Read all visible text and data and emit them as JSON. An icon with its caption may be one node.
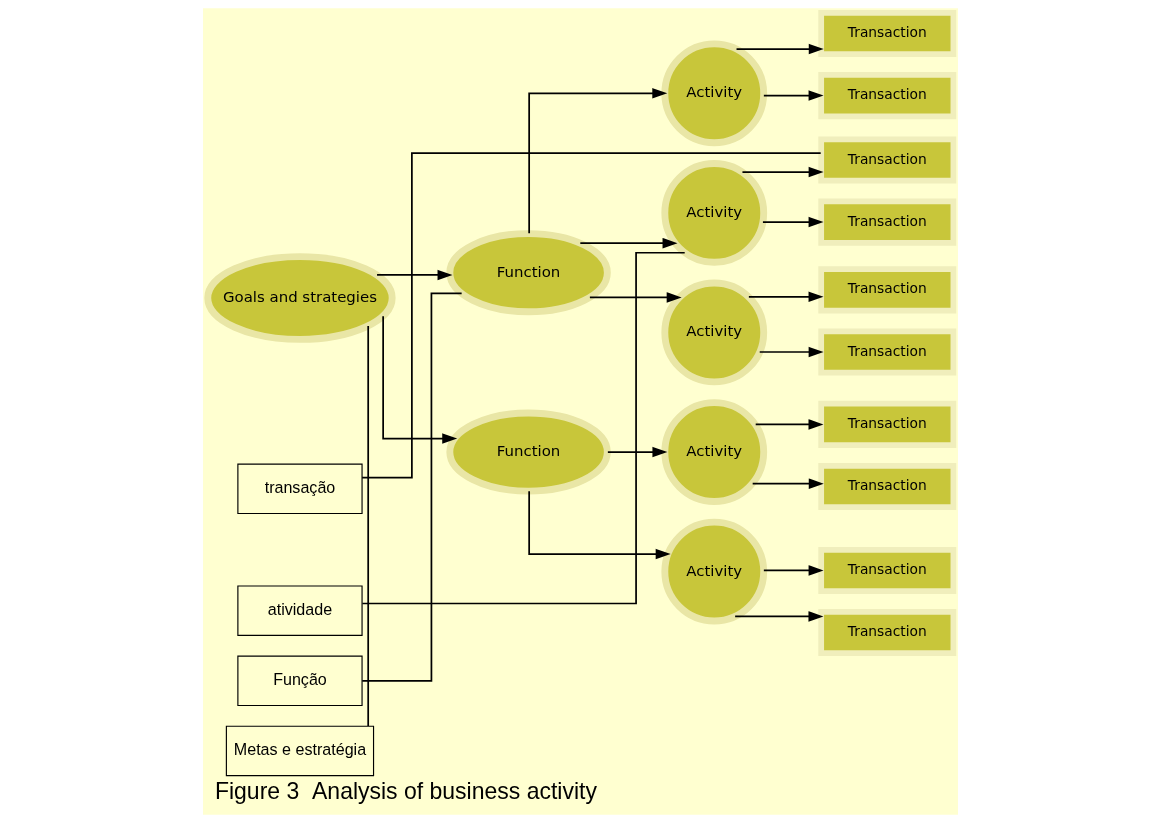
{
  "diagram": {
    "caption": "Figure 3  Analysis of business activity",
    "nodes": [
      {
        "text": [
          "Goals and strategies"
        ]
      },
      {
        "text": [
          "Function"
        ]
      },
      {
        "text": [
          "Function"
        ]
      },
      {
        "text": [
          "Activity"
        ]
      },
      {
        "text": [
          "Activity"
        ]
      },
      {
        "text": [
          "Activity"
        ]
      },
      {
        "text": [
          "Activity"
        ]
      },
      {
        "text": [
          "Activity"
        ]
      },
      {
        "text": [
          "Transaction"
        ]
      },
      {
        "text": [
          "Transaction"
        ]
      },
      {
        "text": [
          "Transaction"
        ]
      },
      {
        "text": [
          "Transaction"
        ]
      },
      {
        "text": [
          "Transaction"
        ]
      },
      {
        "text": [
          "Transaction"
        ]
      },
      {
        "text": [
          "Transaction"
        ]
      },
      {
        "text": [
          "Transaction"
        ]
      },
      {
        "text": [
          "Transaction"
        ]
      },
      {
        "text": [
          "Transaction"
        ]
      },
      {
        "text": [
          "Metas e estratégia"
        ]
      },
      {
        "text": [
          "Função"
        ]
      },
      {
        "text": [
          "atividade"
        ]
      },
      {
        "text": [
          "transação"
        ]
      }
    ],
    "edges": [
      {
        "from": 0,
        "to": 1,
        "arrow": "to"
      },
      {
        "from": 0,
        "to": 2,
        "arrow": "to"
      },
      {
        "from": 1,
        "to": 3,
        "arrow": "to"
      },
      {
        "from": 1,
        "to": 4,
        "arrow": "to"
      },
      {
        "from": 1,
        "to": 5,
        "arrow": "to"
      },
      {
        "from": 2,
        "to": 6,
        "arrow": "to"
      },
      {
        "from": 2,
        "to": 7,
        "arrow": "to"
      },
      {
        "from": 3,
        "to": 8,
        "arrow": "to"
      },
      {
        "from": 3,
        "to": 9,
        "arrow": "to"
      },
      {
        "from": 4,
        "to": 10,
        "arrow": "to"
      },
      {
        "from": 4,
        "to": 11,
        "arrow": "to"
      },
      {
        "from": 5,
        "to": 12,
        "arrow": "to"
      },
      {
        "from": 5,
        "to": 13,
        "arrow": "to"
      },
      {
        "from": 6,
        "to": 14,
        "arrow": "to"
      },
      {
        "from": 6,
        "to": 15,
        "arrow": "to"
      },
      {
        "from": 7,
        "to": 16,
        "arrow": "to"
      },
      {
        "from": 7,
        "to": 17,
        "arrow": "to"
      },
      {
        "from": 18,
        "to": 0,
        "arrow": "none"
      },
      {
        "from": 19,
        "to": 1,
        "arrow": "none"
      },
      {
        "from": 20,
        "to": 4,
        "arrow": "none"
      },
      {
        "from": 21,
        "to": 10,
        "arrow": "none"
      }
    ]
  }
}
